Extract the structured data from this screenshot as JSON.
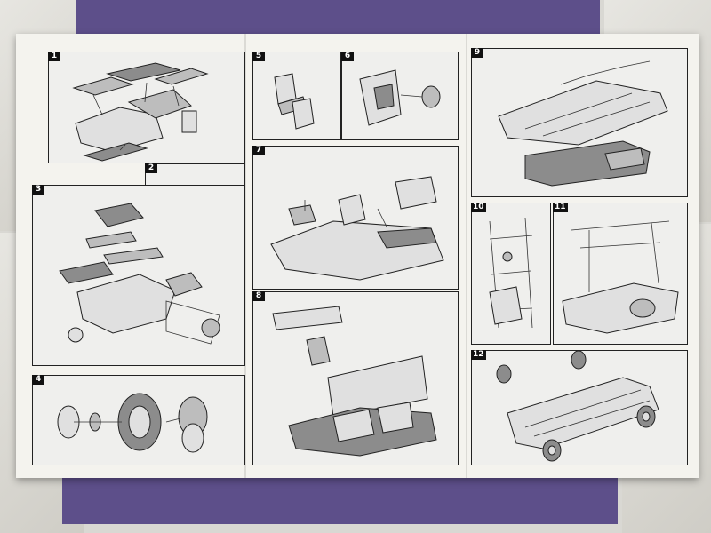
{
  "photo": {
    "cloth_color": "#5d4f8a",
    "paper_color": "#f4f3ee",
    "ink_color": "#222222"
  },
  "steps": [
    {
      "number": "1"
    },
    {
      "number": "2"
    },
    {
      "number": "3"
    },
    {
      "number": "4"
    },
    {
      "number": "5"
    },
    {
      "number": "6"
    },
    {
      "number": "7"
    },
    {
      "number": "8"
    },
    {
      "number": "9"
    },
    {
      "number": "10"
    },
    {
      "number": "11"
    },
    {
      "number": "12"
    }
  ]
}
